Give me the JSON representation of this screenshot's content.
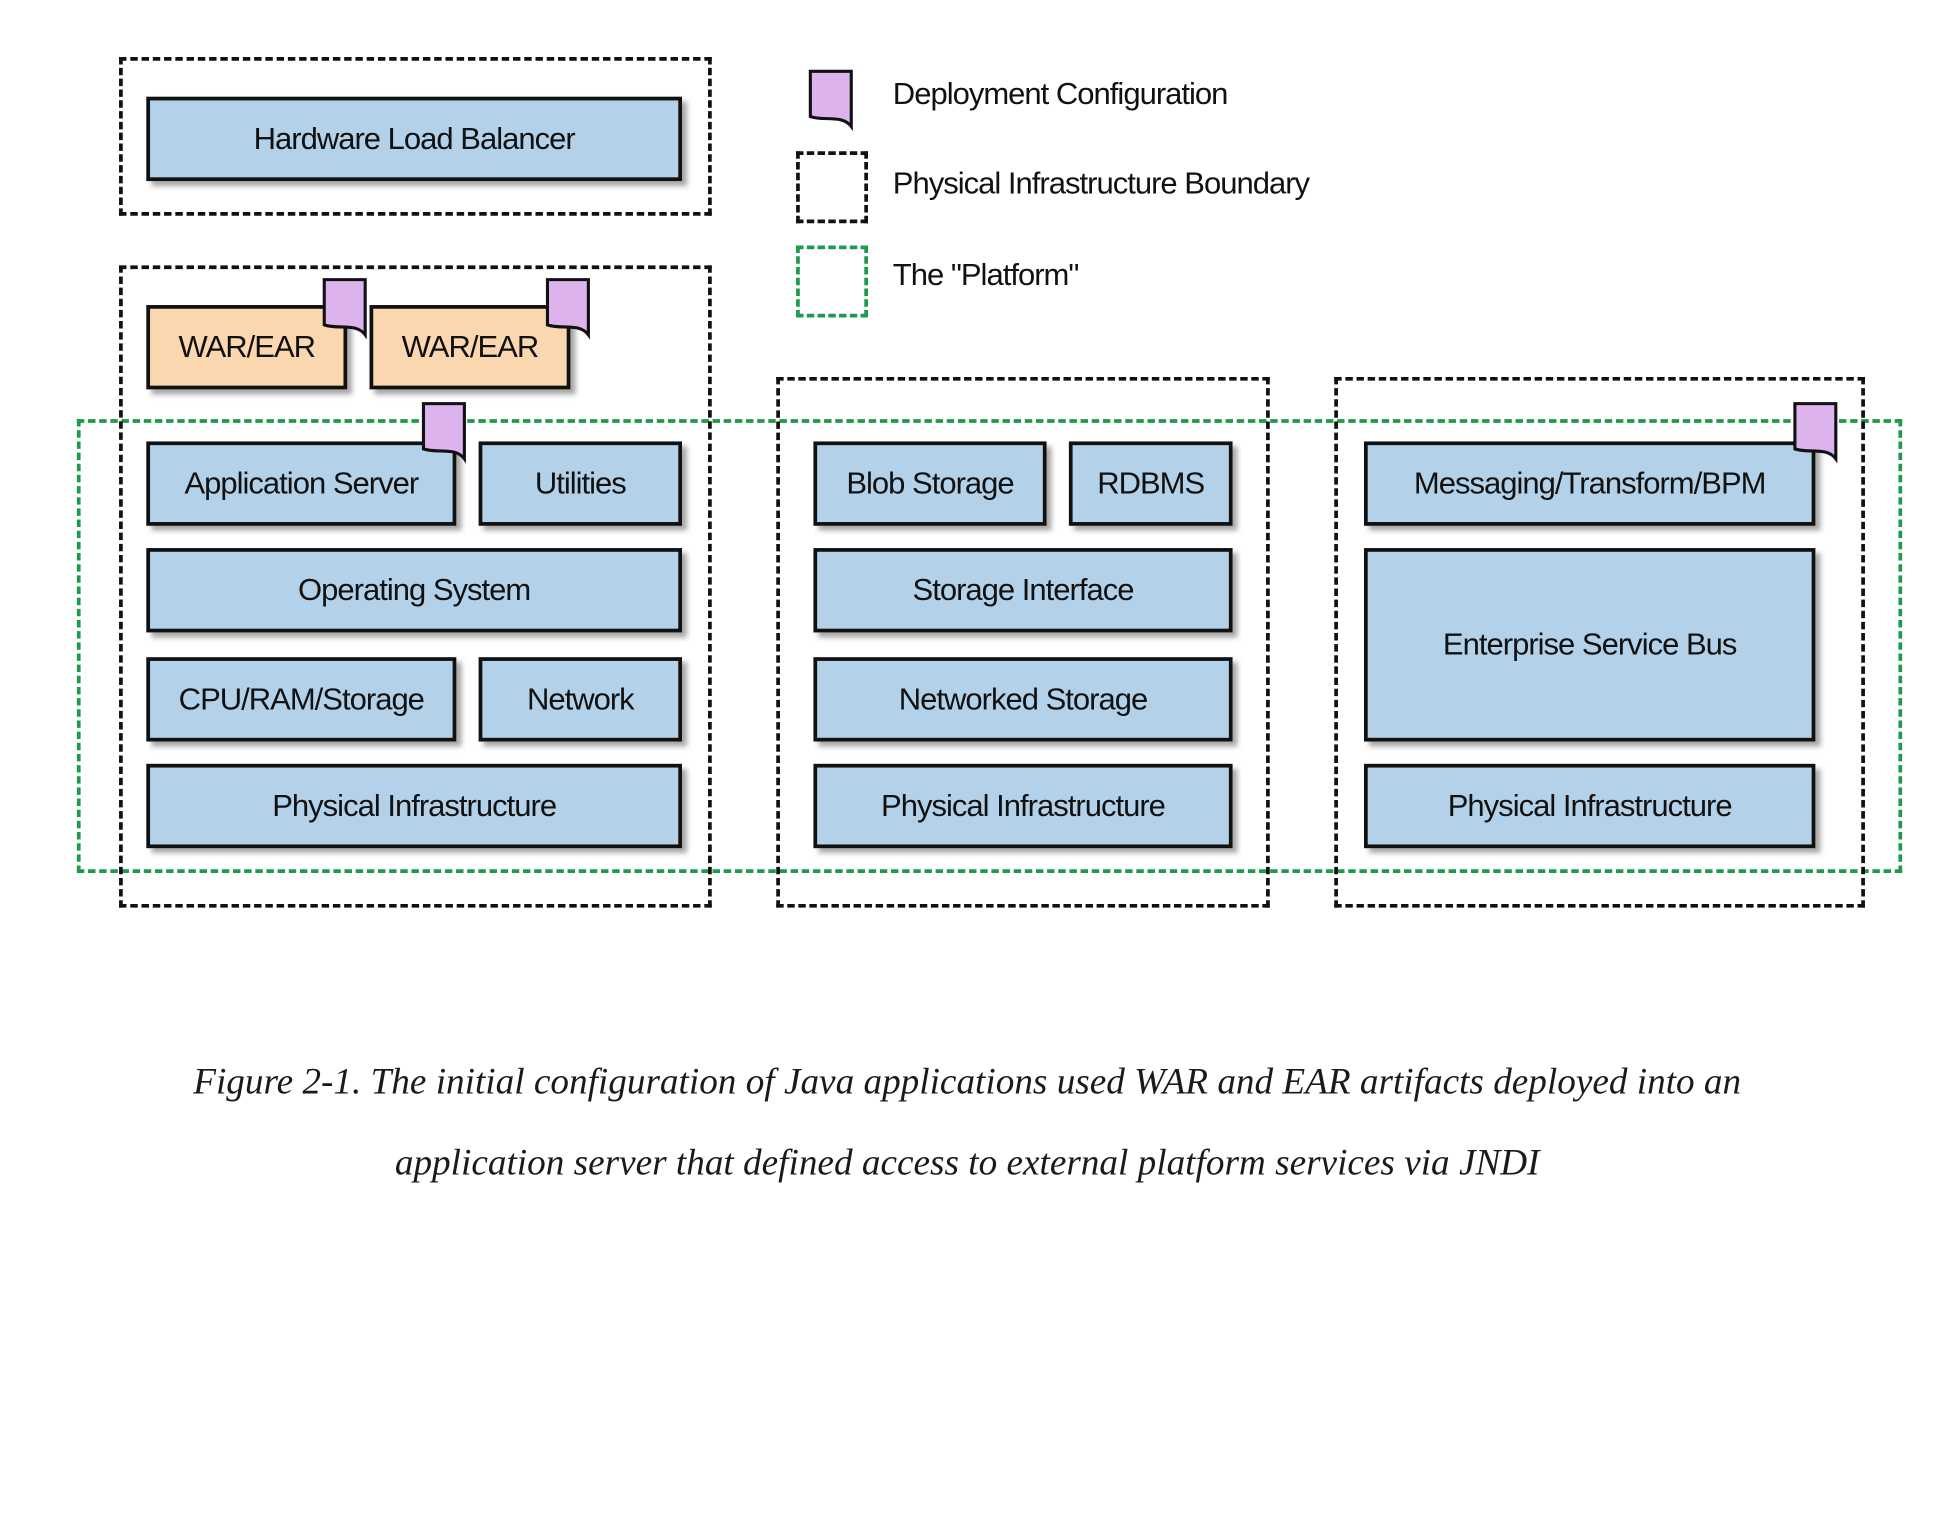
{
  "legend": {
    "deployment_config": "Deployment Configuration",
    "physical_boundary": "Physical Infrastructure Boundary",
    "platform": "The \"Platform\""
  },
  "stack1": {
    "load_balancer": "Hardware Load Balancer",
    "war_ear_1": "WAR/EAR",
    "war_ear_2": "WAR/EAR",
    "application_server": "Application Server",
    "utilities": "Utilities",
    "operating_system": "Operating System",
    "cpu_ram_storage": "CPU/RAM/Storage",
    "network": "Network",
    "physical_infrastructure": "Physical Infrastructure"
  },
  "stack2": {
    "blob_storage": "Blob Storage",
    "rdbms": "RDBMS",
    "storage_interface": "Storage Interface",
    "networked_storage": "Networked Storage",
    "physical_infrastructure": "Physical Infrastructure"
  },
  "stack3": {
    "messaging": "Messaging/Transform/BPM",
    "esb": "Enterprise Service Bus",
    "physical_infrastructure": "Physical Infrastructure"
  },
  "caption": {
    "line1": "Figure 2-1. The initial configuration of Java applications used WAR and EAR artifacts deployed into an",
    "line2": "application server that defined access to external platform services via JNDI"
  },
  "colors": {
    "component_blue": "#b3d2ea",
    "artifact_orange": "#fbd7b0",
    "config_purple": "#dcb3ec",
    "platform_green": "#1e9a4a",
    "boundary_black": "#111111"
  }
}
